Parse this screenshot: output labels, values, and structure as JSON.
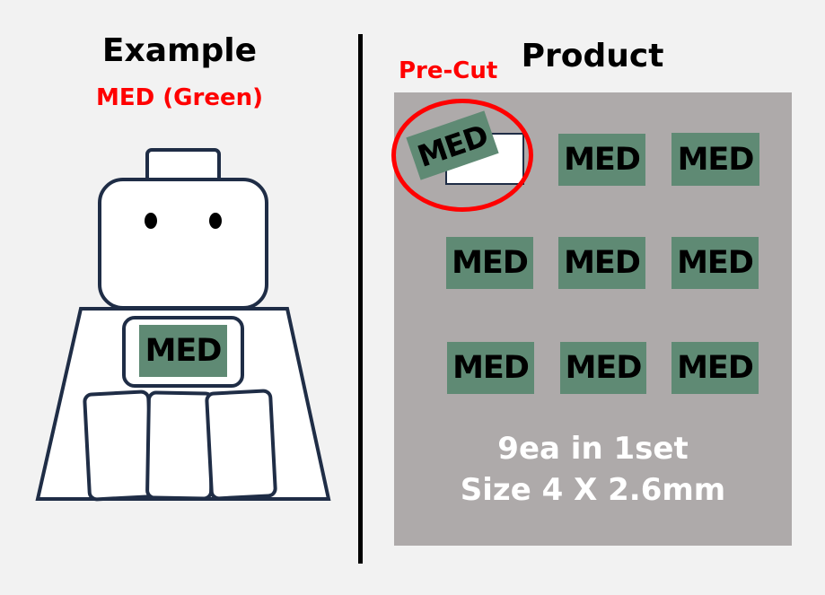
{
  "example": {
    "title": "Example",
    "subtitle": "MED (Green)",
    "chest_label": "MED"
  },
  "product": {
    "title": "Product",
    "precut_label": "Pre-Cut",
    "sticker_text": "MED",
    "sticker_count": 9,
    "info_set": "9ea in 1set",
    "info_size": "Size 4 X 2.6mm"
  },
  "colors": {
    "background": "#f2f2f2",
    "panel": "#aeaaaa",
    "sticker_green": "#5f8a74",
    "outline_navy": "#1f2d46",
    "accent_red": "#ff0000"
  },
  "icons": [
    "minifigure-illustration",
    "precut-highlight-circle"
  ]
}
